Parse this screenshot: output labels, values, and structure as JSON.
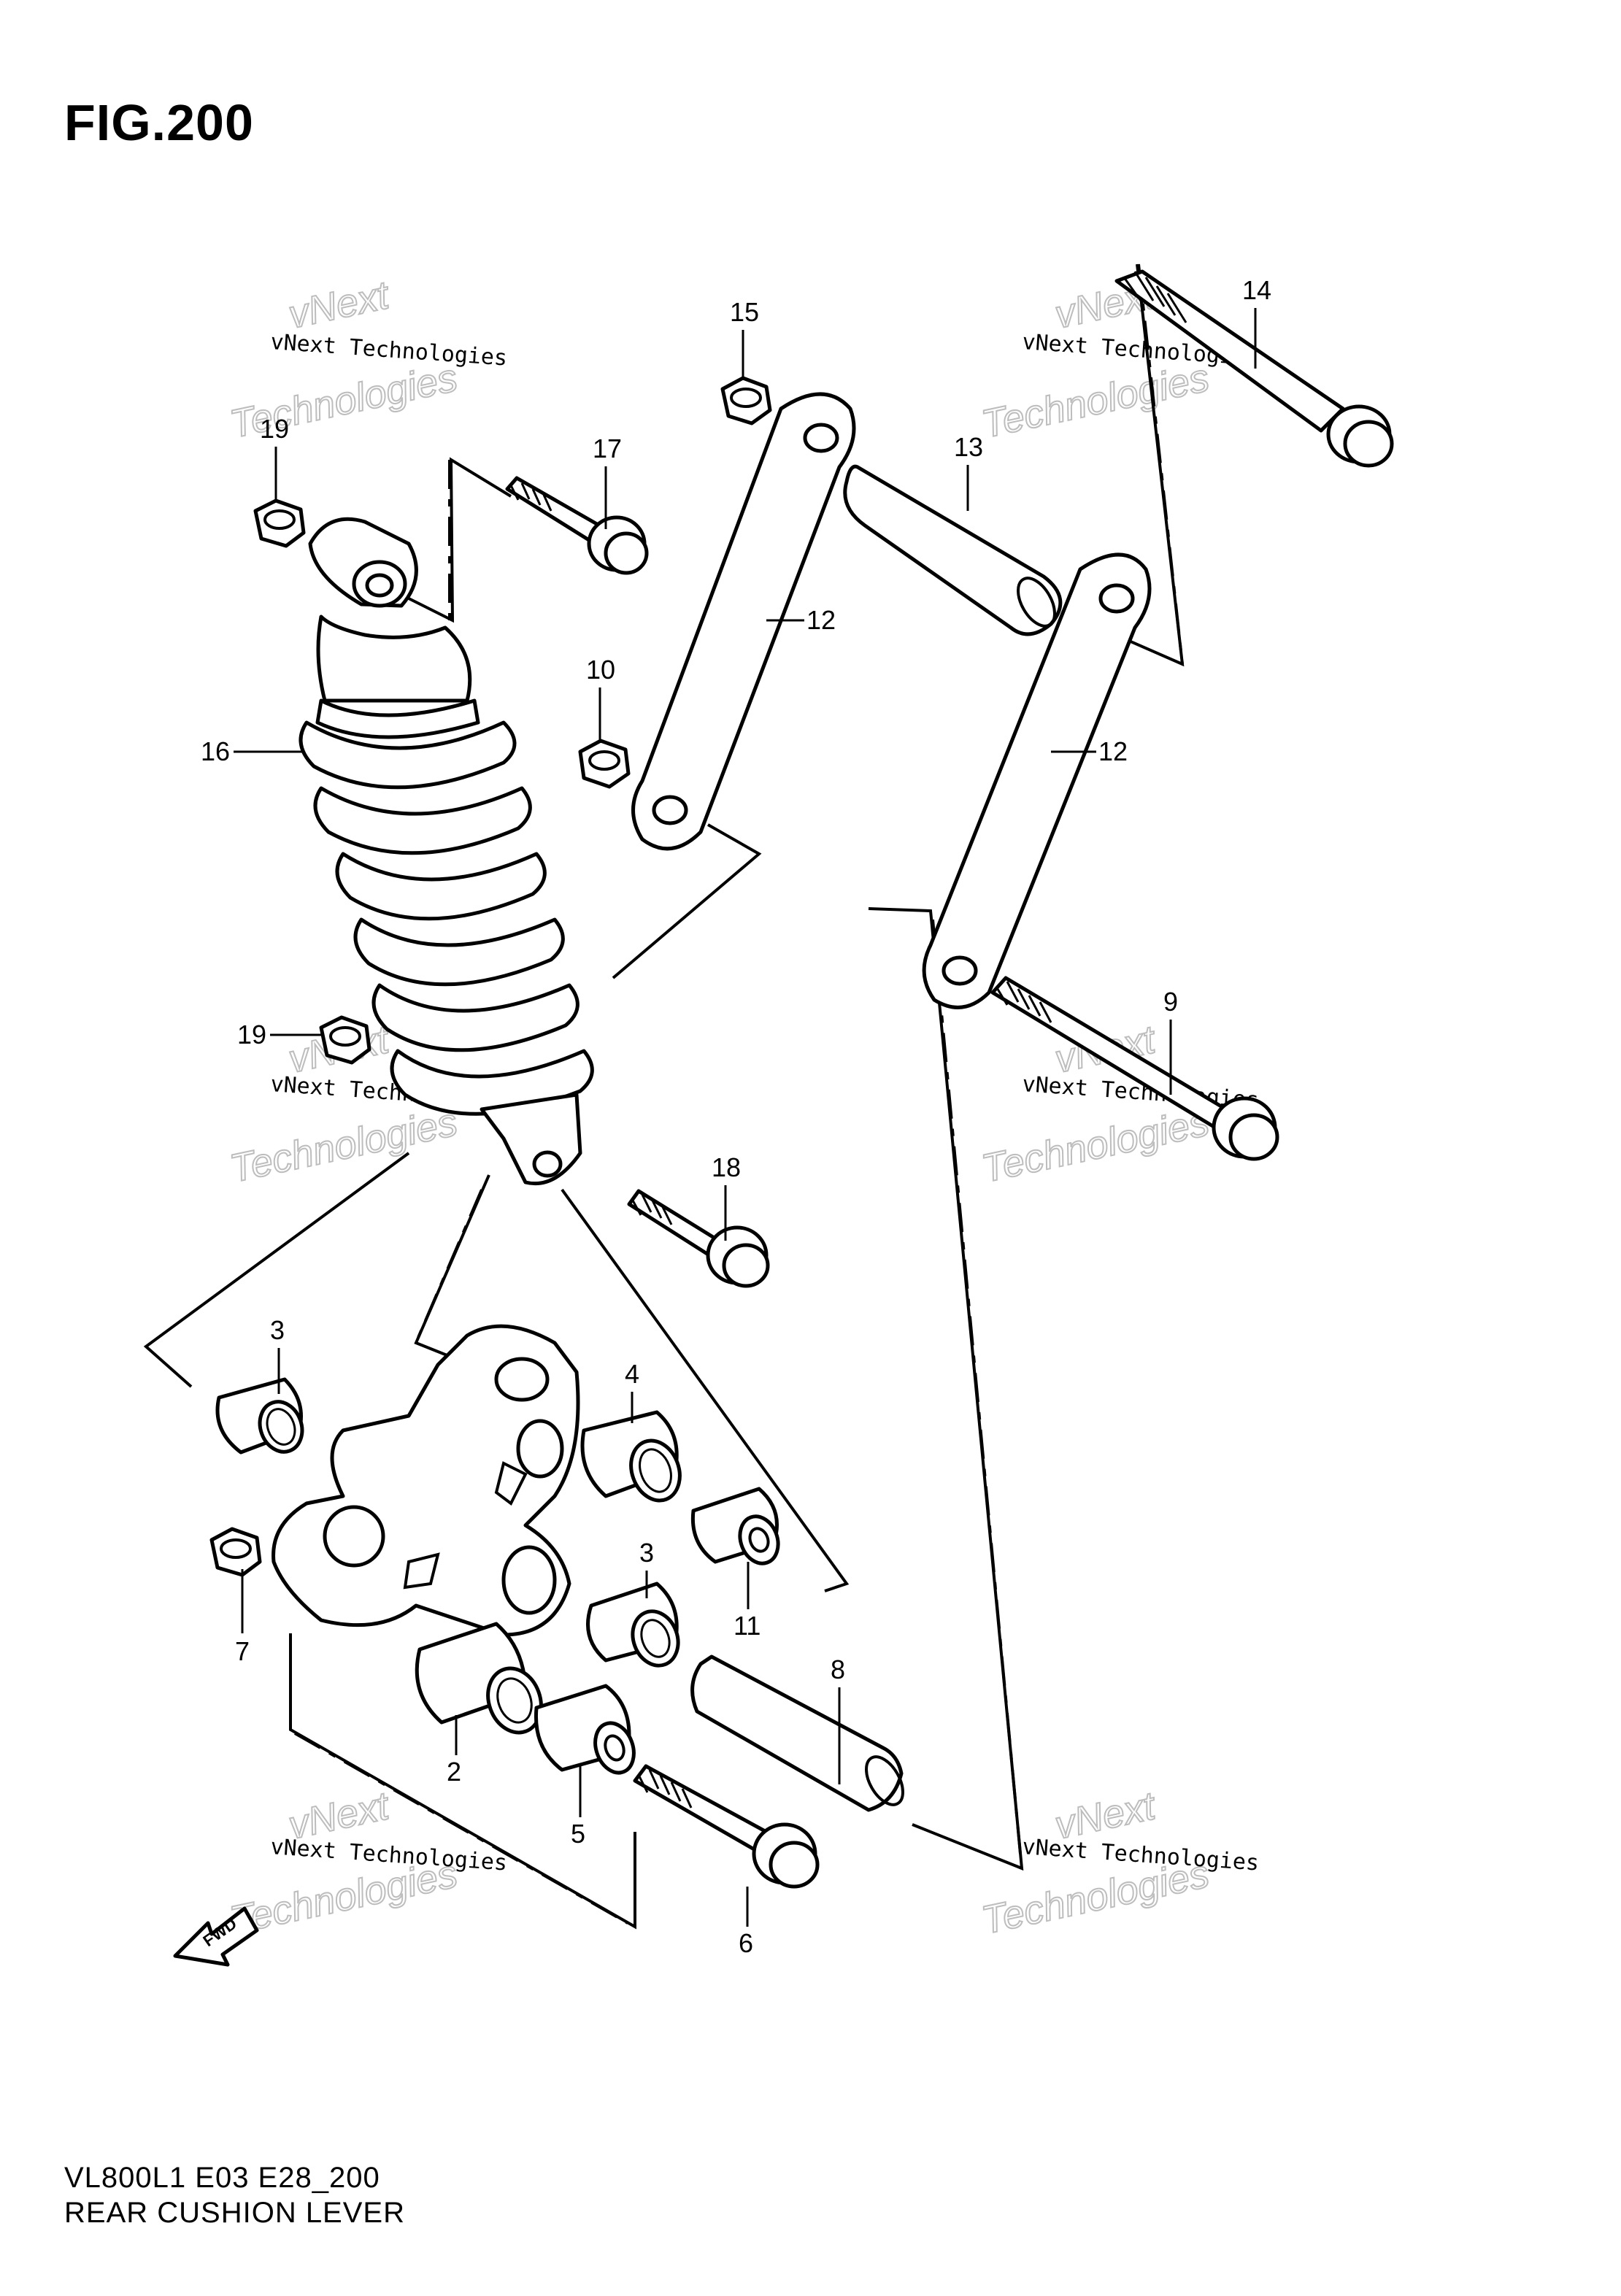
{
  "figure": {
    "title": "FIG.200"
  },
  "footer": {
    "model_code": "VL800L1 E03 E28_200",
    "part_name": "REAR CUSHION LEVER"
  },
  "watermark": {
    "line1": "vNext Technologies",
    "line2": "Technologies",
    "line3": "vNext"
  },
  "fwd_label": "FWD",
  "callouts": {
    "c2": "2",
    "c3a": "3",
    "c3b": "3",
    "c4": "4",
    "c5": "5",
    "c6": "6",
    "c7": "7",
    "c8": "8",
    "c9": "9",
    "c10": "10",
    "c11": "11",
    "c12a": "12",
    "c12b": "12",
    "c13": "13",
    "c14": "14",
    "c15": "15",
    "c16": "16",
    "c17": "17",
    "c18": "18",
    "c19a": "19",
    "c19b": "19"
  }
}
